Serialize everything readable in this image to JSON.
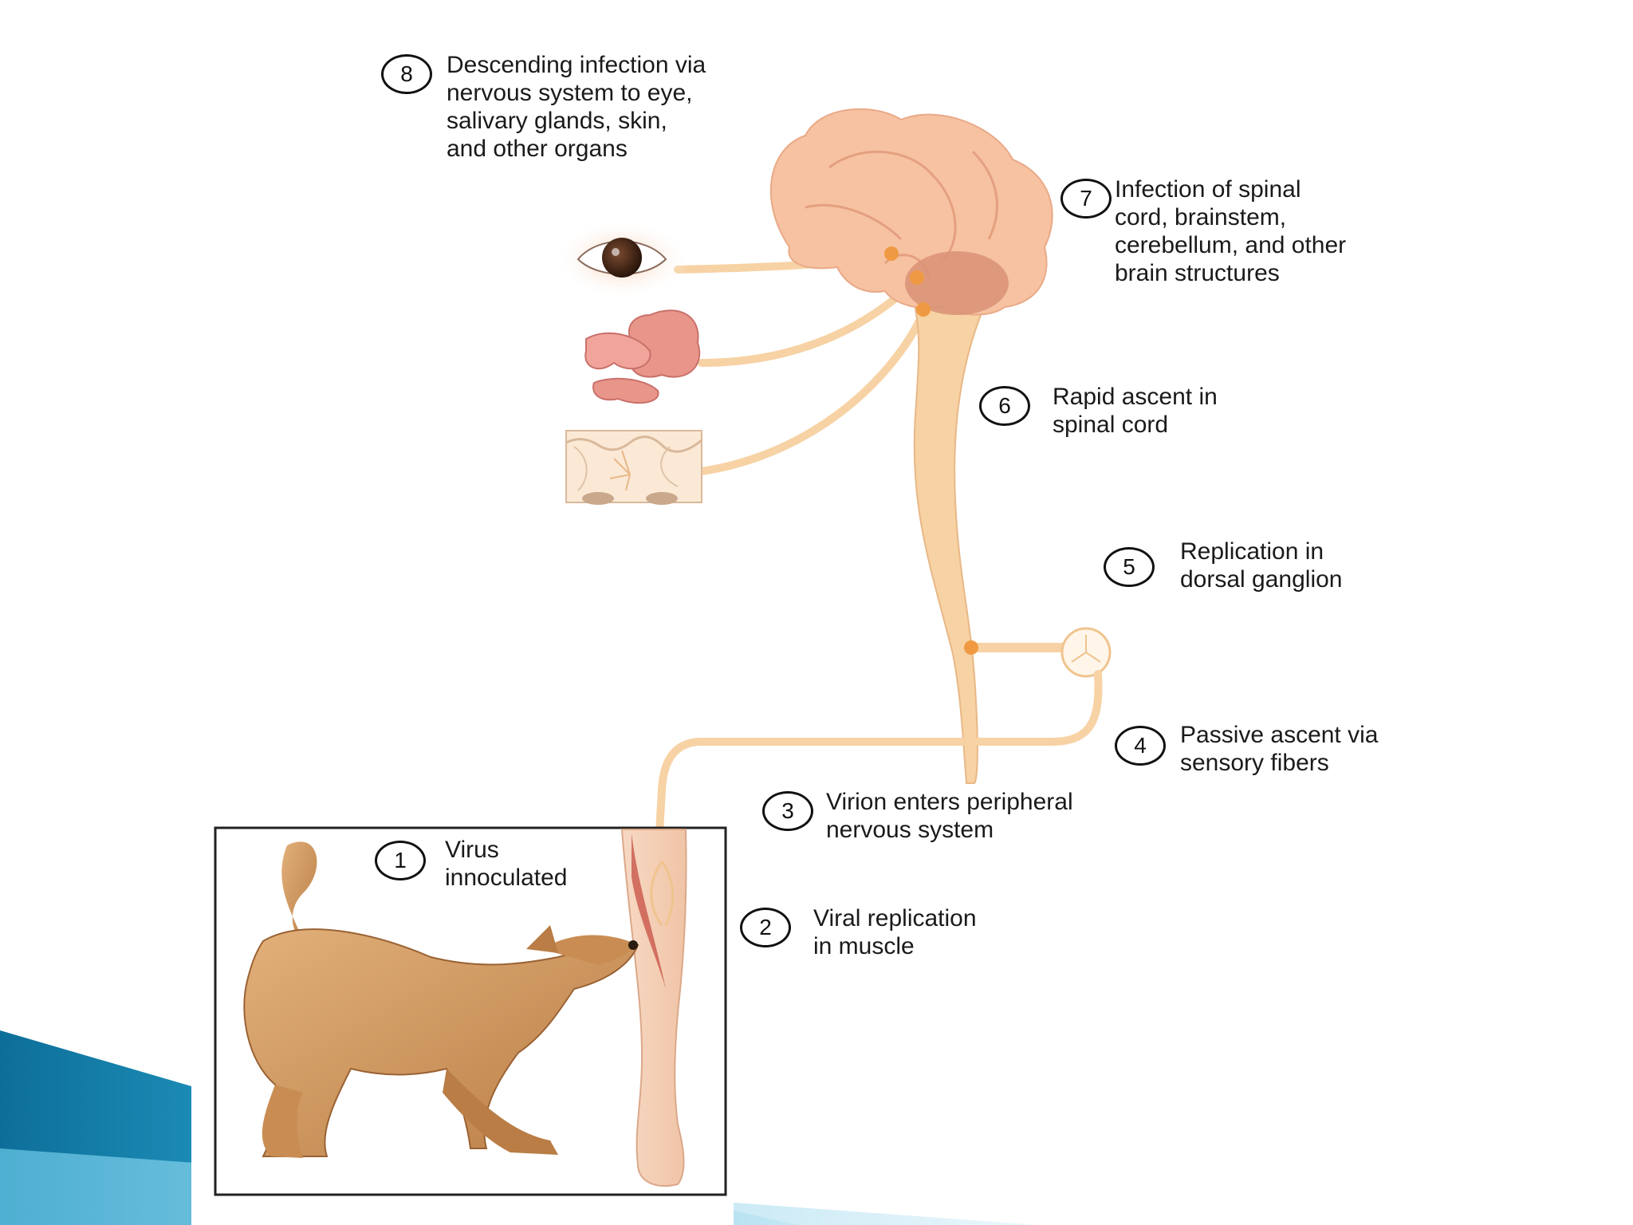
{
  "colors": {
    "nerve": "#f7d2a4",
    "nerve_stroke": "#e8b887",
    "brain": "#f6c2a2",
    "hotspot": "#ef9a42",
    "slide_teal": "#1a8fb8",
    "frame": "#222222"
  },
  "icons": {
    "eye": "eye-icon",
    "gland": "salivary-gland-icon",
    "skin": "skin-section-icon",
    "brain": "brain-icon",
    "dog": "dog-illustration",
    "leg": "human-leg-icon",
    "ganglion": "dorsal-ganglion-icon"
  },
  "steps": [
    {
      "num": "8",
      "lines": [
        "Descending infection via",
        "nervous system to eye,",
        "salivary glands, skin,",
        "and other organs"
      ]
    },
    {
      "num": "7",
      "lines": [
        "Infection of spinal",
        "cord, brainstem,",
        "cerebellum, and other",
        "brain structures"
      ]
    },
    {
      "num": "6",
      "lines": [
        "Rapid ascent in",
        "spinal cord"
      ]
    },
    {
      "num": "5",
      "lines": [
        "Replication in",
        "dorsal ganglion"
      ]
    },
    {
      "num": "4",
      "lines": [
        "Passive ascent via",
        "sensory fibers"
      ]
    },
    {
      "num": "3",
      "lines": [
        "Virion enters peripheral",
        "nervous system"
      ]
    },
    {
      "num": "1",
      "lines": [
        "Virus",
        "innoculated"
      ]
    },
    {
      "num": "2",
      "lines": [
        "Viral replication",
        "in muscle"
      ]
    }
  ]
}
